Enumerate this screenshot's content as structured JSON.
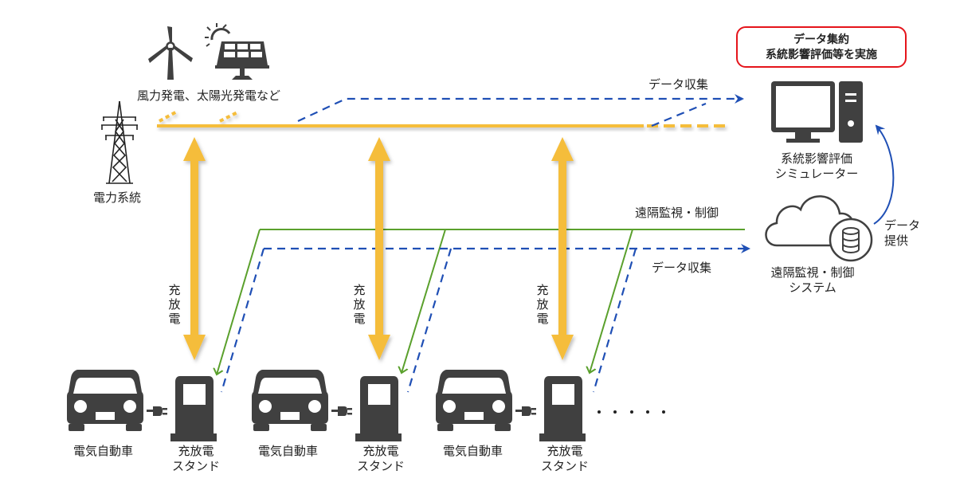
{
  "colors": {
    "power_line": "#f5bd3a",
    "data_collection": "#1f4fb5",
    "remote_control": "#5aa02c",
    "icon_dark": "#404040",
    "callout_border": "#e5141b"
  },
  "callout": {
    "line1": "データ集約",
    "line2": "系統影響評価等を実施"
  },
  "labels": {
    "renewables": "風力発電、太陽光発電など",
    "grid": "電力系統",
    "data_collection_top": "データ収集",
    "simulator_line1": "系統影響評価",
    "simulator_line2": "シミュレーター",
    "remote_control": "遠隔監視・制御",
    "data_collection_bottom": "データ収集",
    "remote_system_line1": "遠隔監視・制御",
    "remote_system_line2": "システム",
    "data_provision_line1": "データ",
    "data_provision_line2": "提供",
    "charge_discharge": "充放電",
    "ellipsis": "・・・・・"
  },
  "units": [
    {
      "car_label": "電気自動車",
      "station_line1": "充放電",
      "station_line2": "スタンド",
      "arrow_label": "充放電"
    },
    {
      "car_label": "電気自動車",
      "station_line1": "充放電",
      "station_line2": "スタンド",
      "arrow_label": "充放電"
    },
    {
      "car_label": "電気自動車",
      "station_line1": "充放電",
      "station_line2": "スタンド",
      "arrow_label": "充放電"
    }
  ],
  "icons": {
    "wind_turbine": "wind-turbine-icon",
    "solar_panel": "solar-panel-icon",
    "transmission_tower": "transmission-tower-icon",
    "computer": "computer-icon",
    "cloud": "cloud-icon",
    "database": "database-icon",
    "car": "car-icon",
    "charging_station": "charging-station-icon",
    "plug": "plug-icon"
  }
}
